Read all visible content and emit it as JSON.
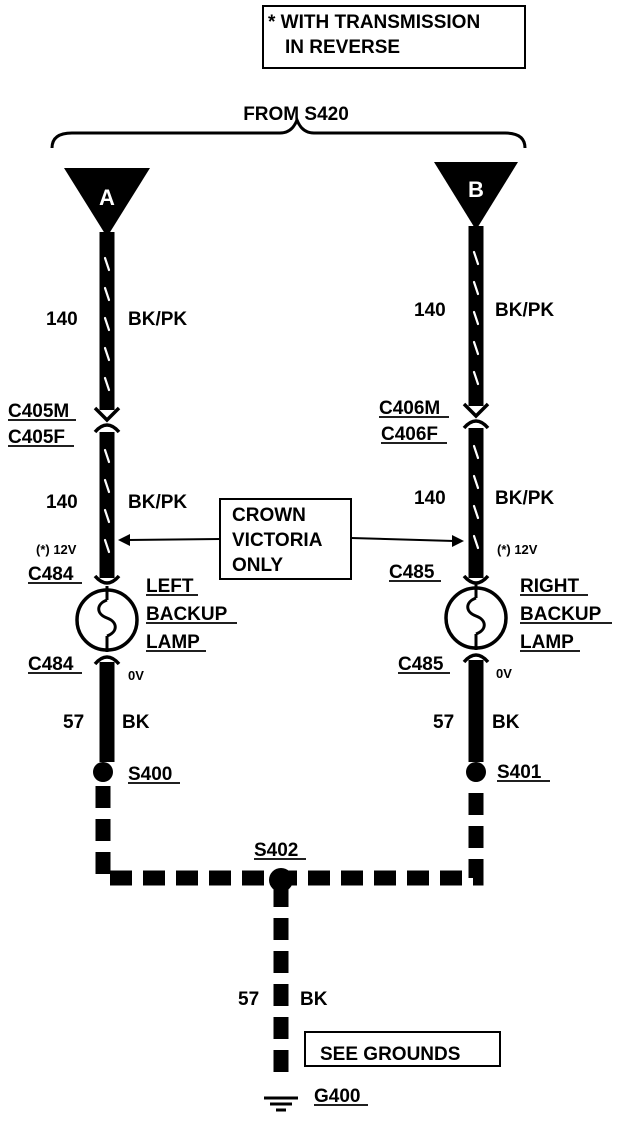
{
  "note": {
    "line1": "* WITH TRANSMISSION",
    "line2": "IN REVERSE"
  },
  "source": {
    "label": "FROM S420"
  },
  "terminals": {
    "left": "A",
    "right": "B"
  },
  "circuit_upper": {
    "number": "140",
    "color": "BK/PK"
  },
  "connectors": {
    "left_male": "C405M",
    "left_female": "C405F",
    "right_male": "C406M",
    "right_female": "C406F",
    "left_lamp": "C484",
    "right_lamp": "C485"
  },
  "crown_box": {
    "line1": "CROWN",
    "line2": "VICTORIA",
    "line3": "ONLY"
  },
  "voltage": {
    "on": "(*) 12V",
    "off": "0V"
  },
  "lamps": {
    "left": {
      "line1": "LEFT",
      "line2": "BACKUP",
      "line3": "LAMP"
    },
    "right": {
      "line1": "RIGHT",
      "line2": "BACKUP",
      "line3": "LAMP"
    }
  },
  "circuit_lower": {
    "number": "57",
    "color": "BK"
  },
  "splices": {
    "left": "S400",
    "right": "S401",
    "center": "S402"
  },
  "grounds_box": {
    "label": "SEE GROUNDS"
  },
  "ground": {
    "label": "G400"
  }
}
